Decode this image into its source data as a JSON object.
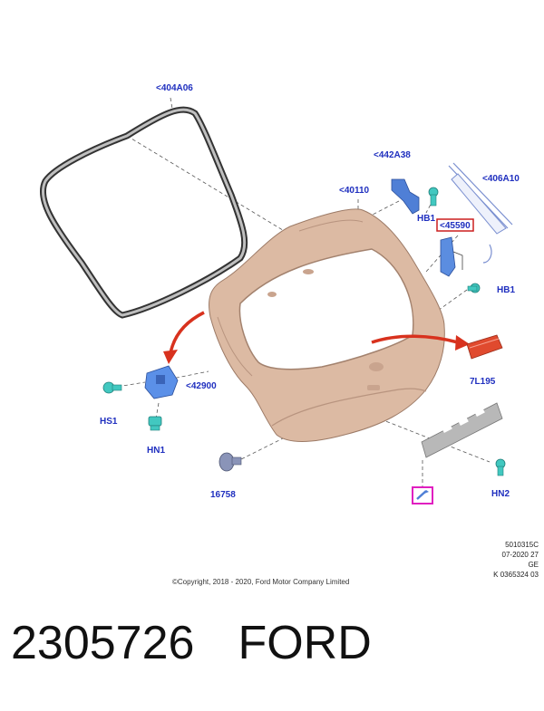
{
  "callouts": {
    "weatherstrip": "<404A06",
    "hinge_assembly": "<442A38",
    "rear_window_wiper": "<406A10",
    "liftgate": "<40110",
    "strut_bracket": "<45590",
    "hb1_upper": "HB1",
    "hb1_lower": "HB1",
    "latch": "<42900",
    "stop_lamp": "7L195",
    "hs1": "HS1",
    "hn1": "HN1",
    "bumper": "16758",
    "hn2": "HN2"
  },
  "copyright": "©Copyright, 2018 - 2020, Ford Motor Company Limited",
  "reference": [
    "5010315C",
    "07-2020 27",
    "GE",
    "K 0365324 03"
  ],
  "footer": {
    "part_number": "2305726",
    "brand": "FORD"
  },
  "colors": {
    "callout_text": "#1f2fbf",
    "liftgate": "#d9b8a2",
    "component_blue": "#4f7fd6",
    "component_teal": "#42c8c0",
    "lamp_red": "#e04a2e",
    "arrow_red": "#d8321e",
    "highlight_magenta": "#e01fc0",
    "highlight_red": "#cc1f1f"
  }
}
